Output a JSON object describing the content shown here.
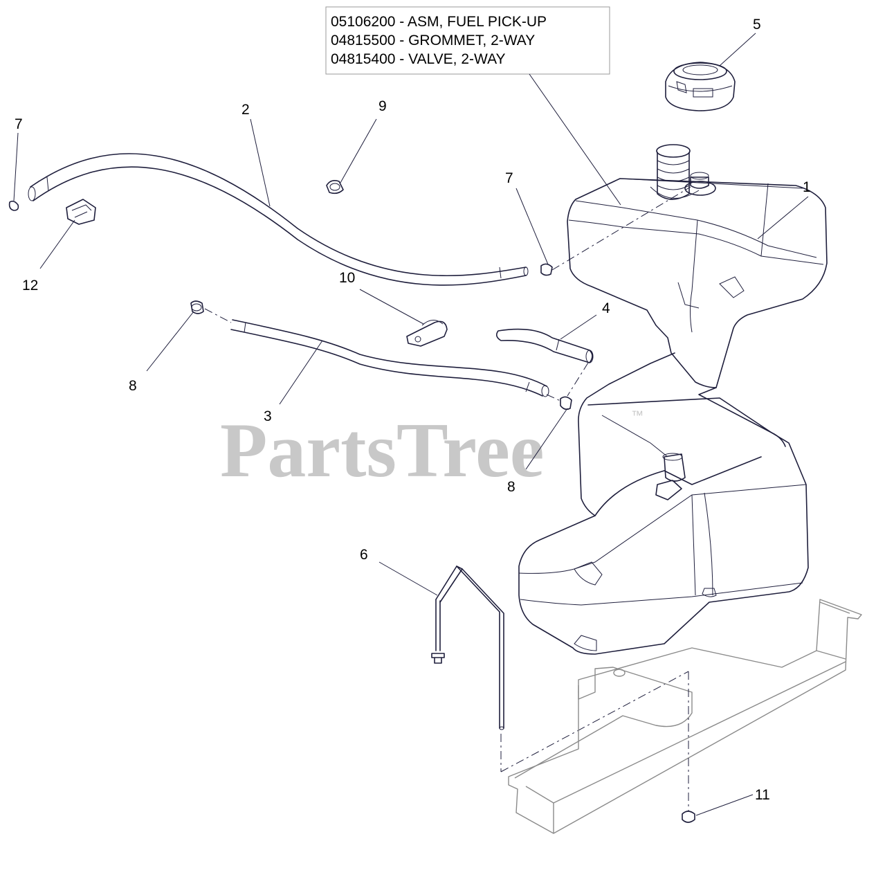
{
  "callout_note": {
    "lines": [
      "05106200 - ASM, FUEL PICK-UP",
      "04815500 - GROMMET, 2-WAY",
      "04815400 - VALVE, 2-WAY"
    ]
  },
  "watermark": {
    "text": "PartsTree",
    "tm": "™"
  },
  "labels": {
    "n1": "1",
    "n2": "2",
    "n3": "3",
    "n4": "4",
    "n5": "5",
    "n6": "6",
    "n7a": "7",
    "n7b": "7",
    "n8a": "8",
    "n8b": "8",
    "n9": "9",
    "n10": "10",
    "n11": "11",
    "n12": "12"
  }
}
